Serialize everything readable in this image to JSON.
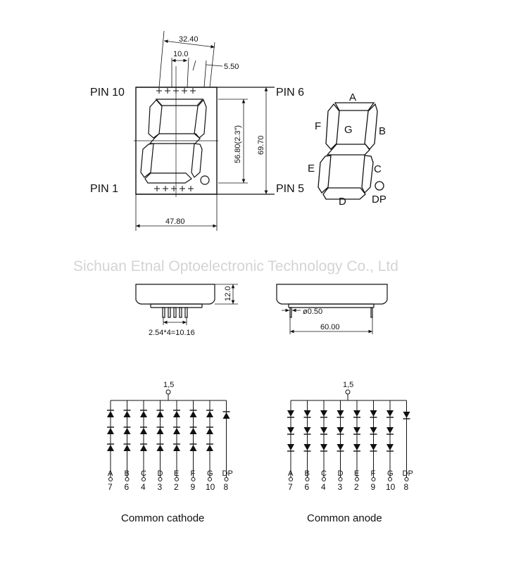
{
  "watermark": "Sichuan Etnal Optoelectronic Technology Co., Ltd",
  "front_view": {
    "pin_labels": {
      "top_left": "PIN 10",
      "top_right": "PIN 6",
      "bottom_left": "PIN 1",
      "bottom_right": "PIN 5"
    },
    "dimensions": {
      "overall_width_top": "32.40",
      "seg_width": "10.0",
      "slant_label": "5.50",
      "digit_height": "56.80(2.3\")",
      "total_height": "69.70",
      "body_width": "47.80"
    }
  },
  "segment_map": {
    "segments": [
      "A",
      "B",
      "C",
      "D",
      "E",
      "F",
      "G"
    ],
    "dp_label": "DP"
  },
  "side_views": {
    "height": "12.0",
    "pitch": "2.54*4=10.16",
    "pin_dia": "ø0.50",
    "length": "60.00"
  },
  "circuits": {
    "common_pins": "1,5",
    "segments": [
      "A",
      "B",
      "C",
      "D",
      "E",
      "F",
      "G",
      "DP"
    ],
    "pins": [
      "7",
      "6",
      "4",
      "3",
      "2",
      "9",
      "10",
      "8"
    ],
    "cathode_caption": "Common cathode",
    "anode_caption": "Common anode"
  }
}
